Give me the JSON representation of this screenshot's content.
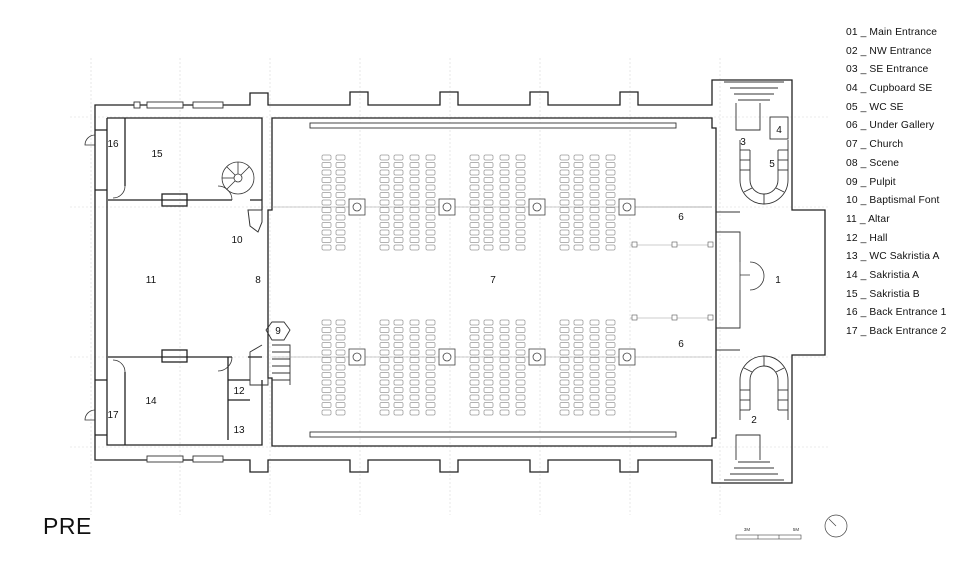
{
  "title": "PRE",
  "legend": [
    "01 _ Main Entrance",
    "02 _ NW Entrance",
    "03 _ SE Entrance",
    "04 _ Cupboard SE",
    "05 _ WC SE",
    "06 _ Under Gallery",
    "07 _ Church",
    "08 _ Scene",
    "09 _ Pulpit",
    "10 _ Baptismal Font",
    "11 _ Altar",
    "12 _ Hall",
    "13 _ WC Sakristia A",
    "14 _ Sakristia A",
    "15 _ Sakristia B",
    "16 _ Back Entrance 1",
    "17 _ Back Entrance 2"
  ],
  "rooms": {
    "r1": "1",
    "r2": "2",
    "r3": "3",
    "r4": "4",
    "r5": "5",
    "r6a": "6",
    "r6b": "6",
    "r7": "7",
    "r8": "8",
    "r9": "9",
    "r10": "10",
    "r11": "11",
    "r12": "12",
    "r13": "13",
    "r14": "14",
    "r15": "15",
    "r16": "16",
    "r17": "17"
  },
  "scale": {
    "left": "3M",
    "right": "5M"
  }
}
